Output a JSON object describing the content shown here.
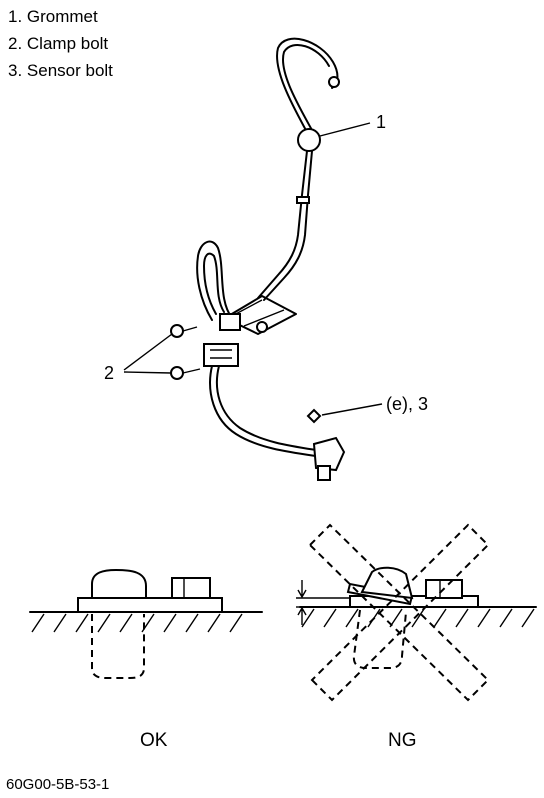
{
  "legend": [
    {
      "text": "1. Grommet"
    },
    {
      "text": "2. Clamp bolt"
    },
    {
      "text": "3. Sensor bolt"
    }
  ],
  "callouts": {
    "grommet": "1",
    "clamp_bolt": "2",
    "sensor_bolt": "(e), 3"
  },
  "captions": {
    "ok": "OK",
    "ng": "NG"
  },
  "figure_code": "60G00-5B-53-1"
}
